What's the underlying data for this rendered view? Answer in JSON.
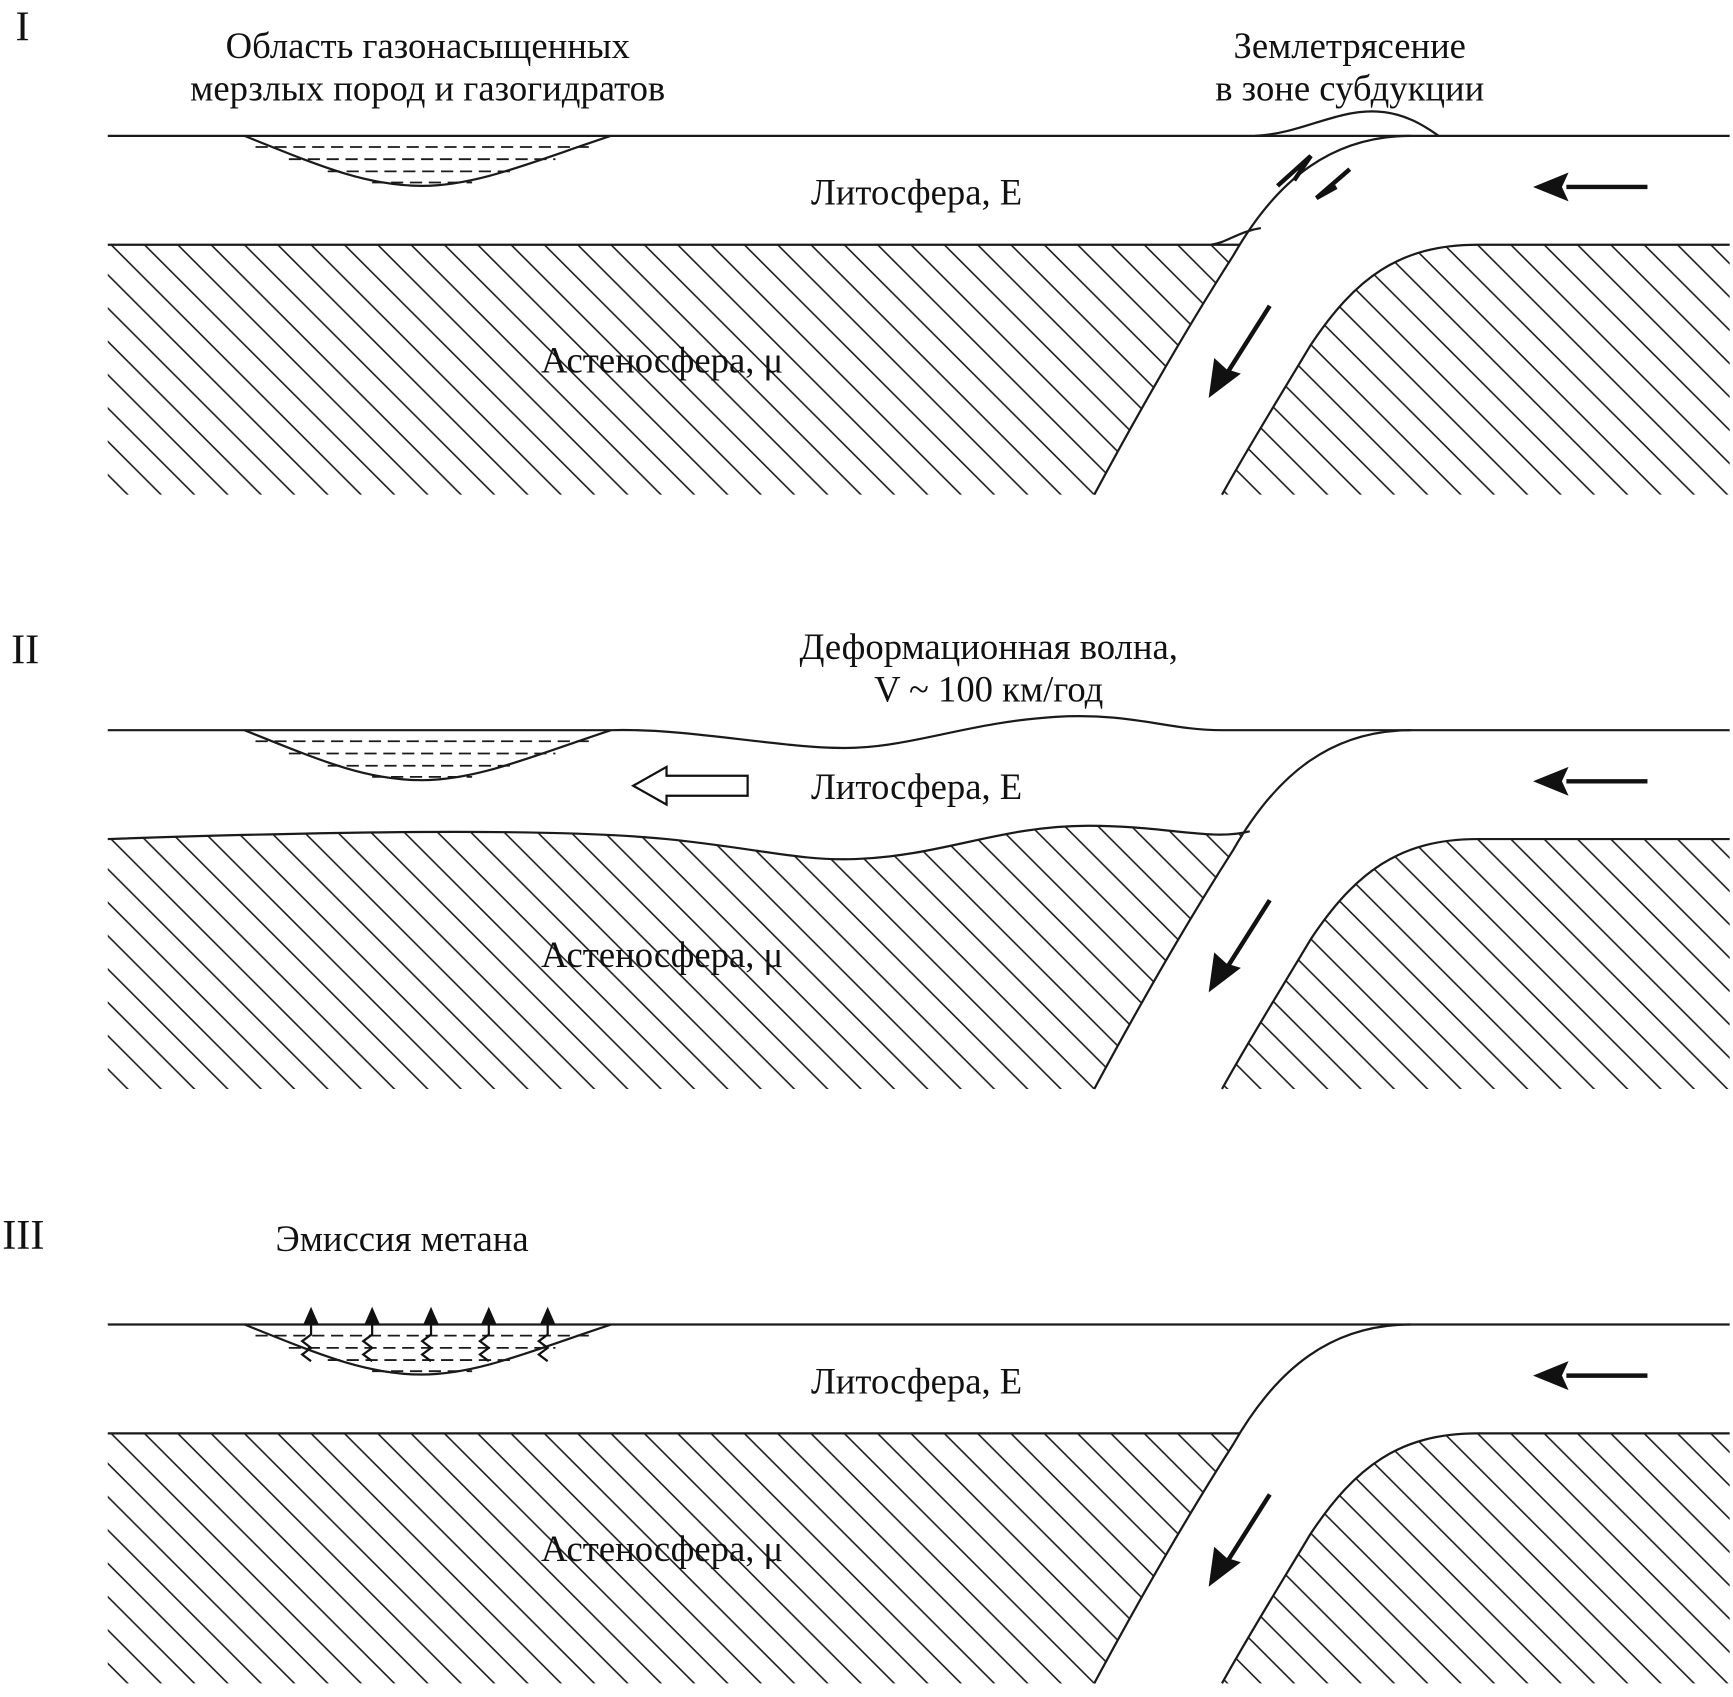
{
  "panels": [
    {
      "roman": "I",
      "top_label_left": [
        "Область газонасыщенных",
        "мерзлых пород и газогидратов"
      ],
      "top_label_right": [
        "Землетрясение",
        "в зоне субдукции"
      ],
      "lithosphere": "Литосфера, E",
      "asthenosphere": "Астеносфера, μ"
    },
    {
      "roman": "II",
      "top_label": [
        "Деформационная волна,",
        "V ~ 100 км/год"
      ],
      "lithosphere": "Литосфера, E",
      "asthenosphere": "Астеносфера, μ"
    },
    {
      "roman": "III",
      "top_label": "Эмиссия метана",
      "lithosphere": "Литосфера, E",
      "asthenosphere": "Астеносфера, μ"
    }
  ]
}
